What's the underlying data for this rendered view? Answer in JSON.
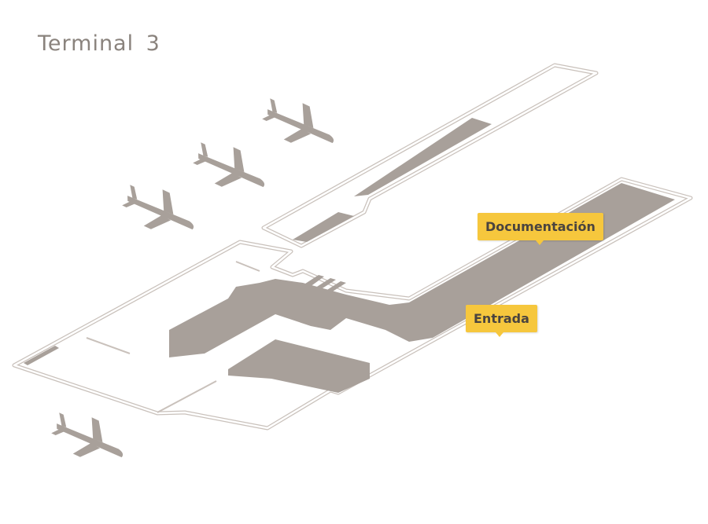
{
  "map": {
    "title": "Terminal 3",
    "labels": {
      "documentacion": "Documentación",
      "entrada": "Entrada"
    },
    "colors": {
      "area_fill": "#a8a09a",
      "outline": "#c9c1bb",
      "label_bg": "#f6c73d",
      "label_text": "#4a443f",
      "title_text": "#8a837d"
    },
    "icons": [
      "airplane-icon",
      "airplane-icon",
      "airplane-icon",
      "airplane-icon"
    ]
  }
}
